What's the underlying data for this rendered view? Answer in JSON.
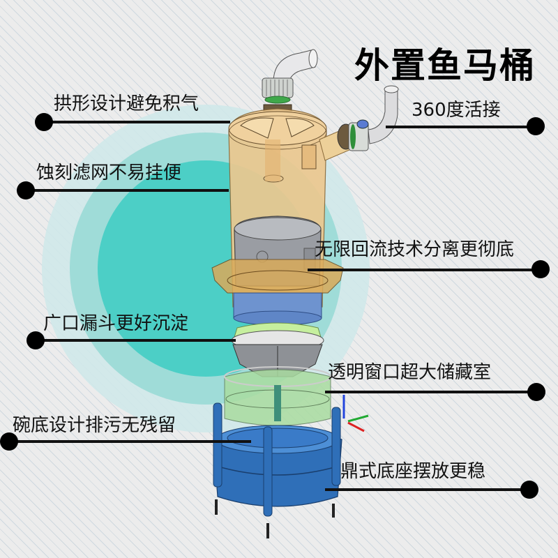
{
  "title": "外置鱼马桶",
  "colors": {
    "background": "#ececec",
    "halo_outer": "#cfe9ea",
    "halo_mid": "#9fdcd8",
    "halo_inner": "#4ccfc6",
    "tank_amber": "#ecc88f",
    "separator_gray": "#9a9da3",
    "ring_blue": "#6e93cf",
    "funnel_green": "#c6ef9e",
    "window_green": "#a9dca0",
    "base_blue": "#2f6fb8",
    "label_text": "#111111",
    "callout": "#000000"
  },
  "callouts": [
    {
      "id": "arch",
      "text": "拱形设计避免积气",
      "side": "left"
    },
    {
      "id": "swivel",
      "text": "360度活接",
      "side": "right"
    },
    {
      "id": "filter",
      "text": "蚀刻滤网不易挂便",
      "side": "left"
    },
    {
      "id": "reflux",
      "text": "无限回流技术分离更彻底",
      "side": "right"
    },
    {
      "id": "funnel",
      "text": "广口漏斗更好沉淀",
      "side": "left"
    },
    {
      "id": "window",
      "text": "透明窗口超大储藏室",
      "side": "right"
    },
    {
      "id": "bowl",
      "text": "碗底设计排污无残留",
      "side": "left"
    },
    {
      "id": "base",
      "text": "鼎式底座摆放更稳",
      "side": "right"
    }
  ]
}
